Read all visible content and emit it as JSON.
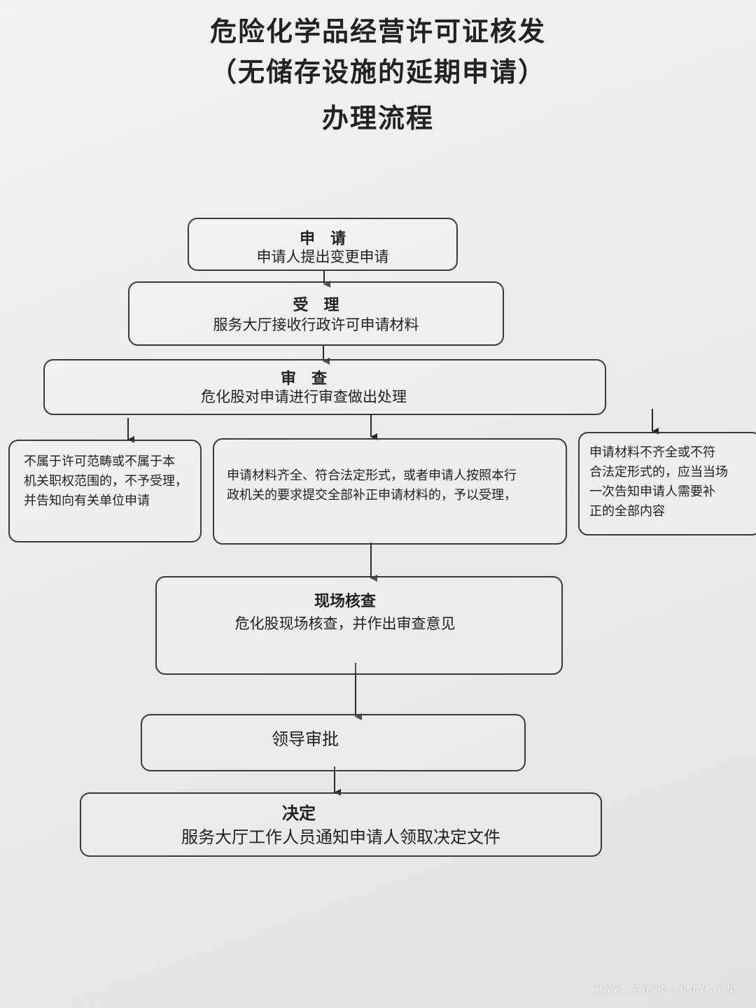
{
  "title": {
    "line1": "危险化学品经营许可证核发",
    "line2": "（无储存设施的延期申请）",
    "line3": "办理流程"
  },
  "steps": {
    "apply": {
      "head": "申　请",
      "body": "申请人提出变更申请"
    },
    "accept": {
      "head": "受　理",
      "body": "服务大厅接收行政许可申请材料"
    },
    "review": {
      "head": "审　查",
      "body": "危化股对申请进行审查做出处理"
    },
    "onsite": {
      "head": "现场核查",
      "body": "危化股现场核查，并作出审查意见"
    },
    "approval": {
      "head": "领导审批"
    },
    "decision": {
      "head": "决定",
      "body": "服务大厅工作人员通知申请人领取决定文件"
    }
  },
  "branches": {
    "reject": {
      "lines": [
        "不属于许可范畴或不属于本",
        "机关职权范围的，不予受理，",
        "并告知向有关单位申请"
      ]
    },
    "accept": {
      "lines": [
        "申请材料齐全、符合法定形式，或者申请人按照本行",
        "政机关的要求提交全部补正申请材料的，予以受理，"
      ]
    },
    "supplement": {
      "lines": [
        "申请材料不齐全或不符",
        "合法定形式的，应当当场",
        "一次告知申请人需要补",
        "正的全部内容"
      ]
    }
  },
  "watermark": "WWW.ZGWG.GOV.CN"
}
